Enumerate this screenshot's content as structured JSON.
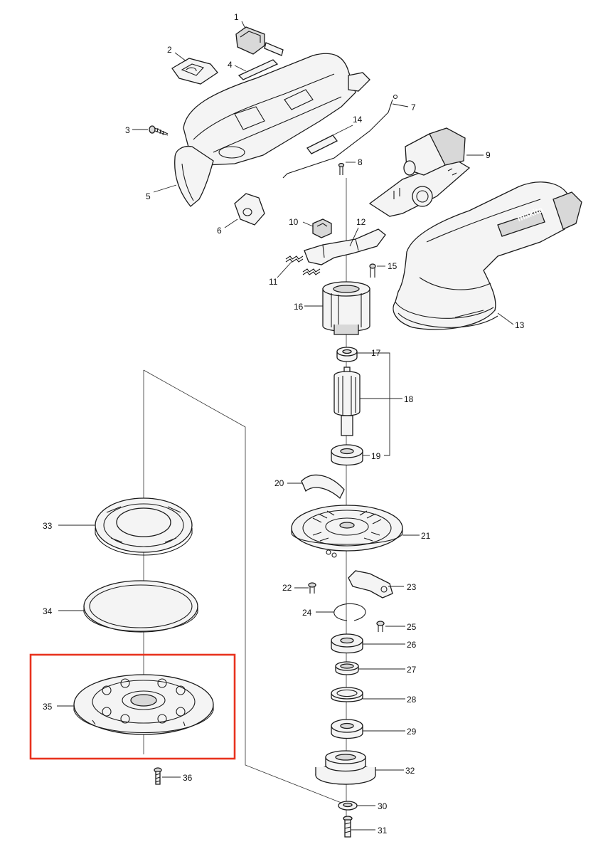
{
  "callouts": [
    {
      "id": "1",
      "label": "1"
    },
    {
      "id": "2",
      "label": "2"
    },
    {
      "id": "3",
      "label": "3"
    },
    {
      "id": "4",
      "label": "4"
    },
    {
      "id": "5",
      "label": "5"
    },
    {
      "id": "6",
      "label": "6"
    },
    {
      "id": "7",
      "label": "7"
    },
    {
      "id": "8",
      "label": "8"
    },
    {
      "id": "9",
      "label": "9"
    },
    {
      "id": "10",
      "label": "10"
    },
    {
      "id": "11",
      "label": "11"
    },
    {
      "id": "12",
      "label": "12"
    },
    {
      "id": "13",
      "label": "13"
    },
    {
      "id": "14",
      "label": "14"
    },
    {
      "id": "15",
      "label": "15"
    },
    {
      "id": "16",
      "label": "16"
    },
    {
      "id": "17",
      "label": "17"
    },
    {
      "id": "18",
      "label": "18"
    },
    {
      "id": "19",
      "label": "19"
    },
    {
      "id": "20",
      "label": "20"
    },
    {
      "id": "21",
      "label": "21"
    },
    {
      "id": "22",
      "label": "22"
    },
    {
      "id": "23",
      "label": "23"
    },
    {
      "id": "24",
      "label": "24"
    },
    {
      "id": "25",
      "label": "25"
    },
    {
      "id": "26",
      "label": "26"
    },
    {
      "id": "27",
      "label": "27"
    },
    {
      "id": "28",
      "label": "28"
    },
    {
      "id": "29",
      "label": "29"
    },
    {
      "id": "30",
      "label": "30"
    },
    {
      "id": "31",
      "label": "31"
    },
    {
      "id": "32",
      "label": "32"
    },
    {
      "id": "33",
      "label": "33"
    },
    {
      "id": "34",
      "label": "34"
    },
    {
      "id": "35",
      "label": "35"
    },
    {
      "id": "36",
      "label": "36"
    }
  ],
  "brand_text": "makita",
  "highlight": {
    "part": "35",
    "color": "#e8321e"
  }
}
